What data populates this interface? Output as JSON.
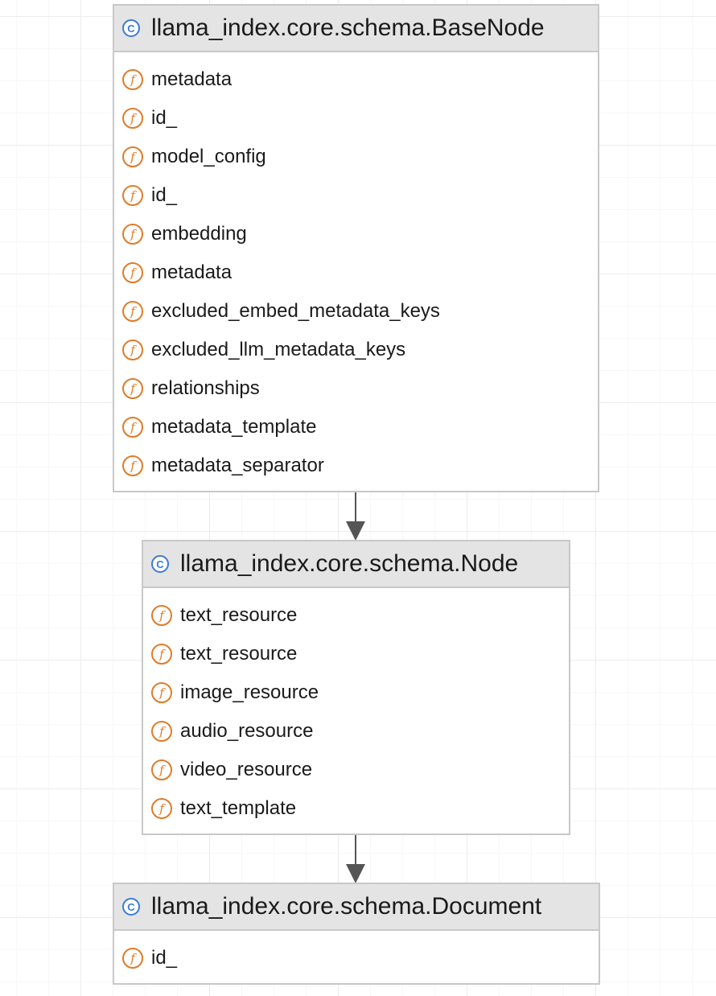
{
  "classes": [
    {
      "title": "llama_index.core.schema.BaseNode",
      "class_icon": "C",
      "field_icon": "f",
      "fields": [
        "metadata",
        "id_",
        "model_config",
        "id_",
        "embedding",
        "metadata",
        "excluded_embed_metadata_keys",
        "excluded_llm_metadata_keys",
        "relationships",
        "metadata_template",
        "metadata_separator"
      ]
    },
    {
      "title": "llama_index.core.schema.Node",
      "class_icon": "C",
      "field_icon": "f",
      "fields": [
        "text_resource",
        "text_resource",
        "image_resource",
        "audio_resource",
        "video_resource",
        "text_template"
      ]
    },
    {
      "title": "llama_index.core.schema.Document",
      "class_icon": "C",
      "field_icon": "f",
      "fields": [
        "id_"
      ]
    }
  ],
  "colors": {
    "class_icon": "#3a7bd5",
    "field_icon": "#e07b28",
    "header_bg": "#e4e4e4",
    "border": "#c8c8c8",
    "arrow": "#555555"
  }
}
